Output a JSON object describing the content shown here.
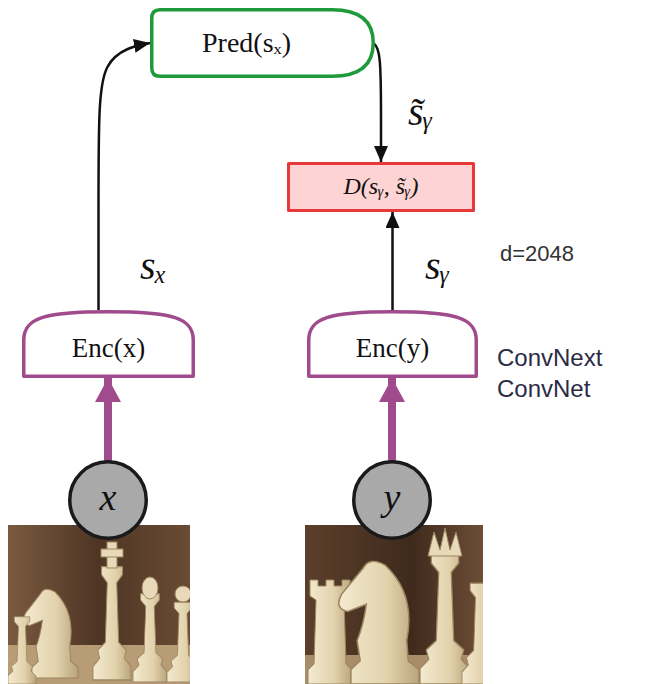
{
  "diagram": {
    "nodes": [
      {
        "text": [
          "Pred(sₓ)"
        ]
      },
      {
        "text": [
          "D(sᵧ, s̃ᵧ)"
        ]
      },
      {
        "text": [
          "Enc(x)"
        ]
      },
      {
        "text": [
          "Enc(y)"
        ]
      },
      {
        "text": [
          "x"
        ]
      },
      {
        "text": [
          "y"
        ]
      }
    ],
    "edges": [
      {
        "from": 4,
        "to": 2,
        "arrow": "to"
      },
      {
        "from": 5,
        "to": 3,
        "arrow": "to"
      },
      {
        "from": 2,
        "to": 0,
        "label": "sₓ",
        "arrow": "to"
      },
      {
        "from": 0,
        "to": 1,
        "label": "s̃ᵧ",
        "arrow": "to"
      },
      {
        "from": 3,
        "to": 1,
        "label": "sᵧ",
        "arrow": "to"
      }
    ],
    "labels": [
      "d=2048",
      "ConvNext ConvNet"
    ]
  }
}
